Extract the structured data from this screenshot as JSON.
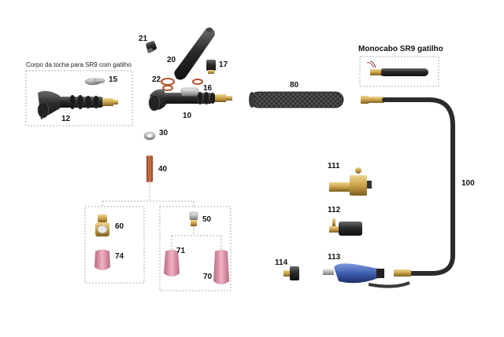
{
  "captions": {
    "torch_body": "Corpo da tocha para SR9 com gatilho",
    "monocable": "Monocabo SR9 gatilho"
  },
  "parts": {
    "p12": "12",
    "p15": "15",
    "p16": "16",
    "p17": "17",
    "p20": "20",
    "p21": "21",
    "p22": "22",
    "p10": "10",
    "p80": "80",
    "p30": "30",
    "p40": "40",
    "p60": "60",
    "p74": "74",
    "p50": "50",
    "p71": "71",
    "p70": "70",
    "p100": "100",
    "p111": "111",
    "p112": "112",
    "p113": "113",
    "p114": "114"
  },
  "colors": {
    "rubber": "#2b2b2b",
    "brass": "#c9a24a",
    "copper": "#c86a3a",
    "ceramic": "#d98aa0",
    "trigger_blue": "#3f5fb0",
    "dash": "#999999"
  }
}
